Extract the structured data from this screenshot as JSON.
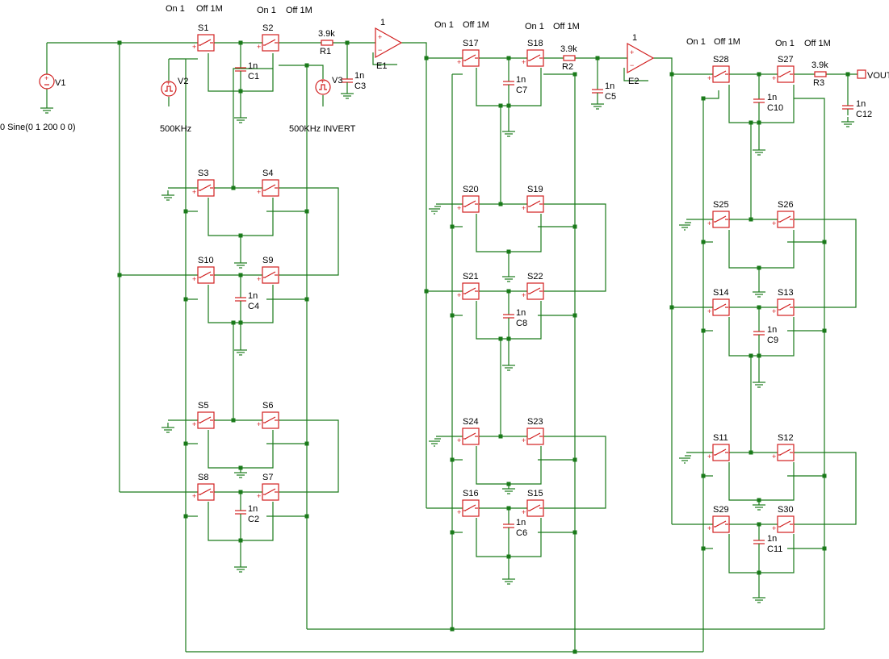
{
  "labels": {
    "source_v1": "V1",
    "source_v1_value": "0 Sine(0 1 200 0 0)",
    "source_v2": "V2",
    "source_v2_value": "500KHz",
    "source_v3": "V3",
    "source_v3_value": "500KHz INVERT",
    "output": "VOUT",
    "switch_on": "On 1",
    "switch_off": "Off 1M",
    "resistor_value": "3.9k",
    "capacitor_value": "1n",
    "amp_gain": "1"
  },
  "switches": [
    "S1",
    "S2",
    "S3",
    "S4",
    "S5",
    "S6",
    "S7",
    "S8",
    "S9",
    "S10",
    "S11",
    "S12",
    "S13",
    "S14",
    "S15",
    "S16",
    "S17",
    "S18",
    "S19",
    "S20",
    "S21",
    "S22",
    "S23",
    "S24",
    "S25",
    "S26",
    "S27",
    "S28",
    "S29",
    "S30"
  ],
  "capacitors": [
    "C1",
    "C2",
    "C3",
    "C4",
    "C5",
    "C6",
    "C7",
    "C8",
    "C9",
    "C10",
    "C11",
    "C12"
  ],
  "resistors": [
    "R1",
    "R2",
    "R3"
  ],
  "amplifiers": [
    "E1",
    "E2"
  ]
}
